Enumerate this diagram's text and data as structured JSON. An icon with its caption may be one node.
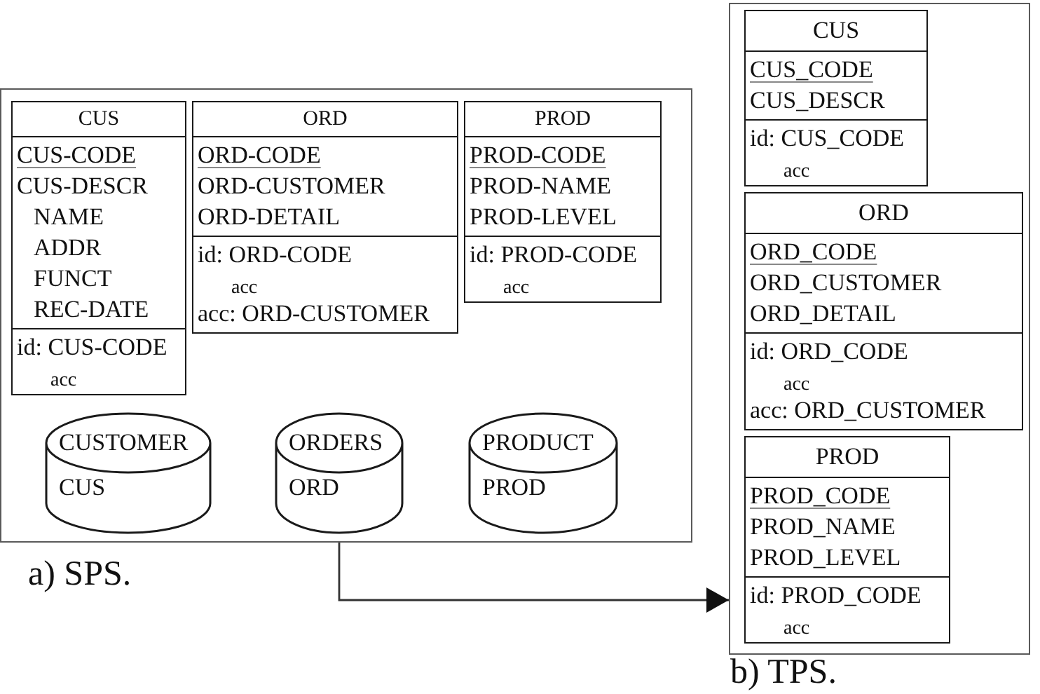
{
  "diagram": {
    "nodes": [
      {
        "text": [],
        "shape": "box",
        "beside": [
          "a) SPS."
        ]
      },
      {
        "text": [
          "CUS",
          "CUS-CODE",
          "CUS-DESCR",
          "NAME",
          "ADDR",
          "FUNCT",
          "REC-DATE",
          "id: CUS-CODE",
          "acc"
        ],
        "in": 0
      },
      {
        "text": [
          "ORD",
          "ORD-CODE",
          "ORD-CUSTOMER",
          "ORD-DETAIL",
          "id: ORD-CODE",
          "acc",
          "acc: ORD-CUSTOMER"
        ],
        "in": 0
      },
      {
        "text": [
          "PROD",
          "PROD-CODE",
          "PROD-NAME",
          "PROD-LEVEL",
          "id: PROD-CODE",
          "acc"
        ],
        "in": 0
      },
      {
        "text": [
          "CUSTOMER",
          "CUS"
        ],
        "in": 0
      },
      {
        "text": [
          "ORDERS",
          "ORD"
        ],
        "in": 0
      },
      {
        "text": [
          "PRODUCT",
          "PROD"
        ],
        "in": 0
      },
      {
        "text": [],
        "shape": "box",
        "beside": [
          "b) TPS."
        ]
      },
      {
        "text": [
          "CUS",
          "CUS_CODE",
          "CUS_DESCR",
          "id: CUS_CODE",
          "acc"
        ],
        "in": 7
      },
      {
        "text": [
          "ORD",
          "ORD_CODE",
          "ORD_CUSTOMER",
          "ORD_DETAIL",
          "id: ORD_CODE",
          "acc",
          "acc: ORD_CUSTOMER"
        ],
        "in": 7
      },
      {
        "text": [
          "PROD",
          "PROD_CODE",
          "PROD_NAME",
          "PROD_LEVEL",
          "id: PROD_CODE",
          "acc"
        ],
        "in": 7
      }
    ],
    "edges": [
      {
        "from": 0,
        "to": 7,
        "arrow": "to"
      }
    ]
  }
}
